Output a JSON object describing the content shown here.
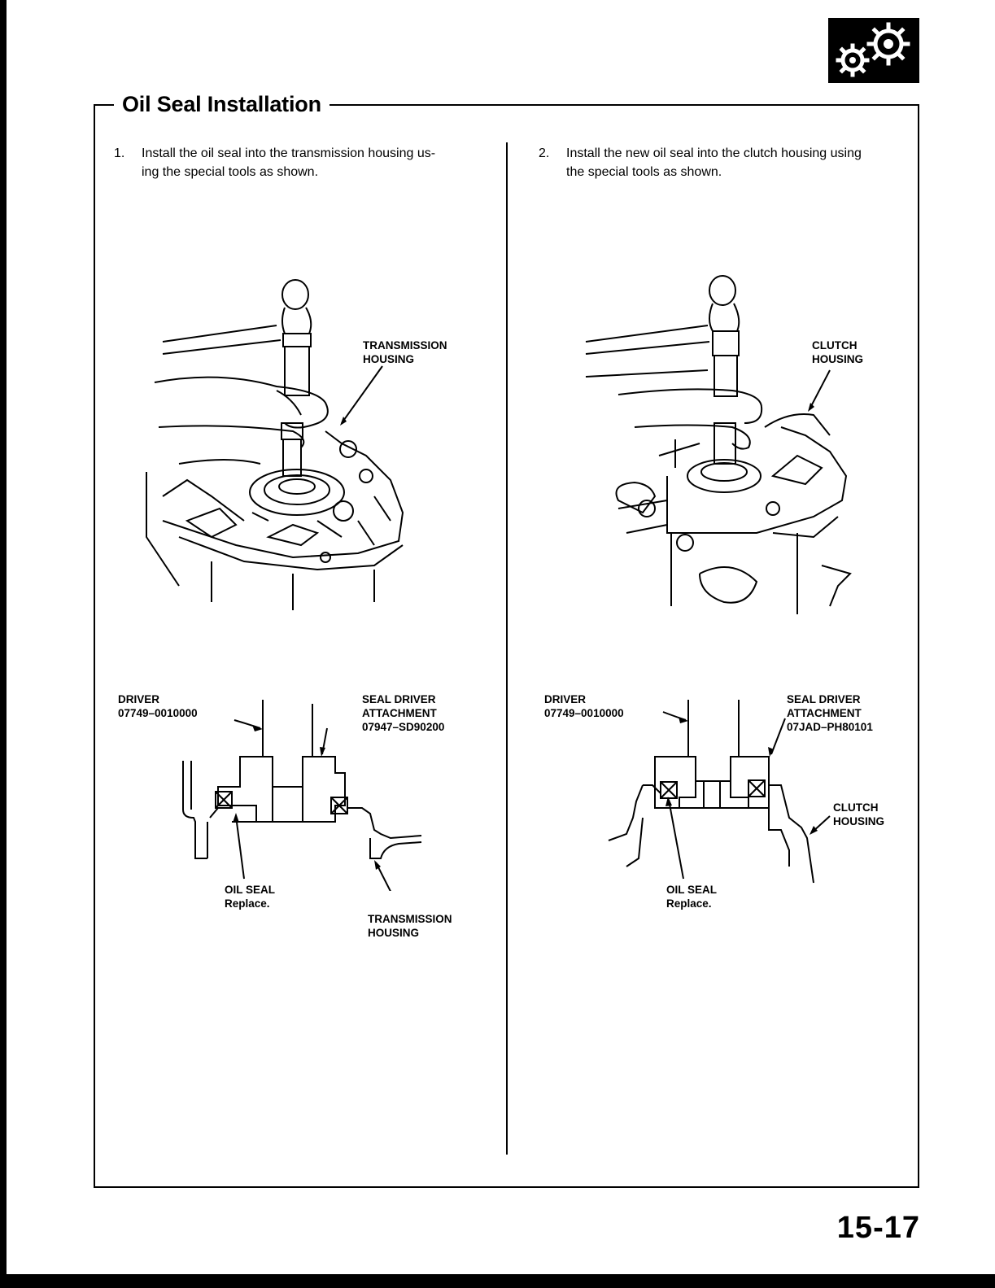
{
  "section": {
    "title": "Oil Seal Installation",
    "page_number": "15-17"
  },
  "steps": [
    {
      "num": "1.",
      "line1": "Install the oil seal into the transmission housing us-",
      "line2": "ing the special tools as shown."
    },
    {
      "num": "2.",
      "line1": "Install the new oil seal into the clutch housing using",
      "line2": "the special tools as shown."
    }
  ],
  "figures": {
    "left_top": {
      "label1": "TRANSMISSION",
      "label2": "HOUSING"
    },
    "right_top": {
      "label1": "CLUTCH",
      "label2": "HOUSING"
    },
    "left_bottom": {
      "driver1": "DRIVER",
      "driver2": "07749–0010000",
      "attach1": "SEAL DRIVER",
      "attach2": "ATTACHMENT",
      "attach3": "07947–SD90200",
      "seal1": "OIL SEAL",
      "seal2": "Replace.",
      "housing1": "TRANSMISSION",
      "housing2": "HOUSING"
    },
    "right_bottom": {
      "driver1": "DRIVER",
      "driver2": "07749–0010000",
      "attach1": "SEAL DRIVER",
      "attach2": "ATTACHMENT",
      "attach3": "07JAD–PH80101",
      "housing1": "CLUTCH",
      "housing2": "HOUSING",
      "seal1": "OIL SEAL",
      "seal2": "Replace."
    }
  },
  "icons": {
    "logo": "gears-icon"
  }
}
